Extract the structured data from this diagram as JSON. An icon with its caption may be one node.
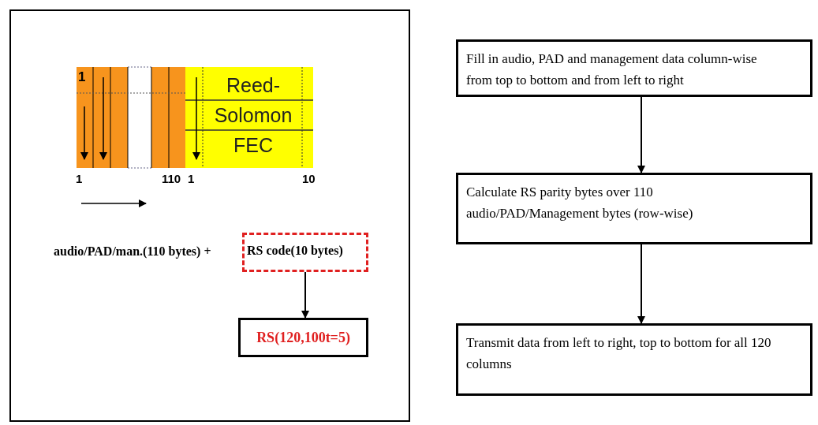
{
  "diagram": {
    "nodes": [
      {
        "text": [],
        "shape": "box"
      },
      {
        "text": [
          "Reed- Solomon FEC"
        ],
        "in": 0
      },
      {
        "text": [
          "RS code(10 bytes)"
        ],
        "in": 0
      },
      {
        "text": [
          "RS(120,100t=5)"
        ],
        "in": 0
      },
      {
        "text": [
          "Fill in audio, PAD and management data column-wise from top to bottom and from left to right"
        ]
      },
      {
        "text": [
          "Calculate RS parity bytes over 110 audio/PAD/Management bytes (row-wise)"
        ]
      },
      {
        "text": [
          "Transmit data from left to right, top to bottom for all 120 columns"
        ]
      }
    ],
    "edges": [
      {
        "from": 2,
        "to": 3,
        "arrow": "to"
      },
      {
        "from": 4,
        "to": 5,
        "arrow": "to"
      },
      {
        "from": 5,
        "to": 6,
        "arrow": "to"
      }
    ],
    "labels": [
      "1",
      "1",
      "110",
      "1",
      "10",
      "audio/PAD/man.(110 bytes) +"
    ]
  }
}
